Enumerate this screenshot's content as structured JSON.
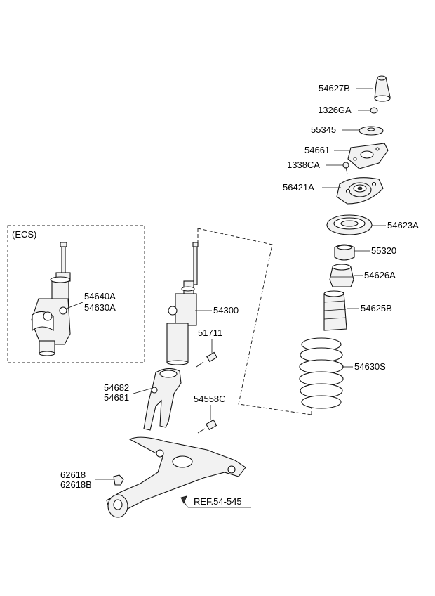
{
  "diagram": {
    "ecs_box_label": "(ECS)",
    "labels": {
      "p54627B": "54627B",
      "p1326GA": "1326GA",
      "p55345": "55345",
      "p54661": "54661",
      "p1338CA": "1338CA",
      "p56421A": "56421A",
      "p54623A": "54623A",
      "p55320": "55320",
      "p54626A": "54626A",
      "p54625B": "54625B",
      "p54630S": "54630S",
      "p54640A": "54640A",
      "p54630A": "54630A",
      "p54300": "54300",
      "p51711": "51711",
      "p54682": "54682",
      "p54681": "54681",
      "p54558C": "54558C",
      "p62618": "62618",
      "p62618B": "62618B",
      "ref": "REF.54-545"
    }
  }
}
